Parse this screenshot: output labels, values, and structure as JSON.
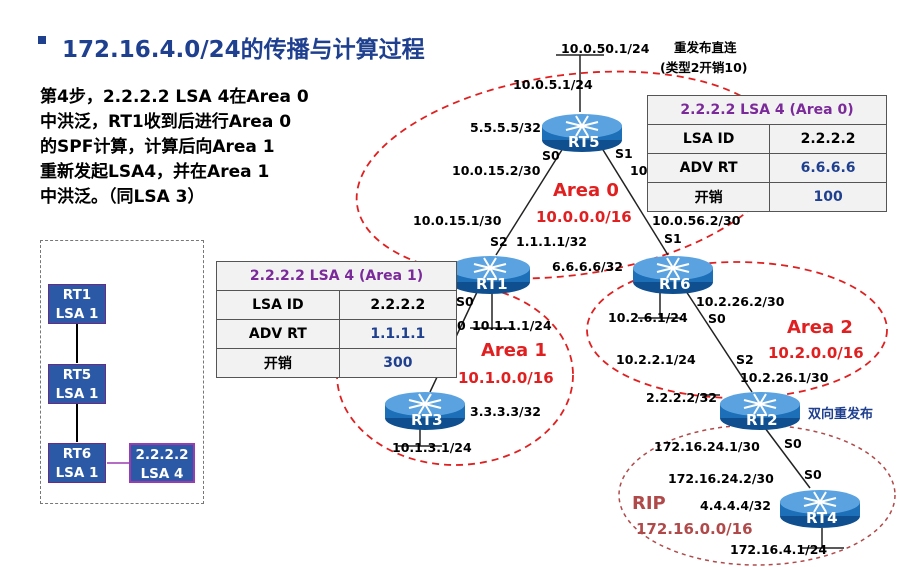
{
  "title": "172.16.4.0/24的传播与计算过程",
  "step_lines": [
    "第4步，2.2.2.2 LSA 4在Area 0",
    "中洪泛，RT1收到后进行Area 0",
    "的SPF计算，计算后向Area 1",
    "重新发起LSA4，并在Area 1",
    "中洪泛。（同LSA 3）"
  ],
  "routers": {
    "rt5": "RT5",
    "rt1": "RT1",
    "rt6": "RT6",
    "rt3": "RT3",
    "rt2": "RT2",
    "rt4": "RT4"
  },
  "areas": {
    "area0_name": "Area 0",
    "area0_net": "10.0.0.0/16",
    "area1_name": "Area 1",
    "area1_net": "10.1.0.0/16",
    "area2_name": "Area 2",
    "area2_net": "10.2.0.0/16",
    "rip_name": "RIP",
    "rip_net": "172.16.0.0/16"
  },
  "labels": {
    "l_10_0_50_1": "10.0.50.1/24",
    "redist_1": "重发布直连",
    "redist_2": "(类型2开销10)",
    "l_10_0_5_1": "10.0.5.1/24",
    "l_5_5_5_5": "5.5.5.5/32",
    "rt5_s0": "S0",
    "rt5_s1": "S1",
    "l_10_0_15_2": "10.0.15.2/30",
    "l_10_frag": "10.",
    "l_10_0_15_1": "10.0.15.1/30",
    "rt1_s2": "S2",
    "l_1_1_1_1_32": "1.1.1.1/32",
    "l_6_6_6_6": "6.6.6.6/32",
    "l_10_0_56_2": "10.0.56.2/30",
    "rt6_s1": "S1",
    "rt1_s0": "S0",
    "l_0_frag": "0",
    "l_10_1_1_1": "10.1.1.1/24",
    "l_10_2_26_2": "10.2.26.2/30",
    "l_10_2_6_1": "10.2.6.1/24",
    "rt6_s0": "S0",
    "l_3_3_3_3": "3.3.3.3/32",
    "l_10_1_3_1": "10.1.3.1/24",
    "l_10_2_2_1": "10.2.2.1/24",
    "rt2_s2": "S2",
    "l_10_2_26_1": "10.2.26.1/30",
    "l_2_2_2_2": "2.2.2.2/32",
    "bidir_redist": "双向重发布",
    "l_172_16_24_1": "172.16.24.1/30",
    "rt2_s0": "S0",
    "l_172_16_24_2": "172.16.24.2/30",
    "rt4_s0": "S0",
    "l_4_4_4_4": "4.4.4.4/32",
    "l_172_16_4_1": "172.16.4.1/24"
  },
  "lsa_area0": {
    "header": "2.2.2.2  LSA 4 (Area 0)",
    "rows": [
      {
        "key": "LSA ID",
        "value": "2.2.2.2"
      },
      {
        "key": "ADV RT",
        "value": "6.6.6.6"
      },
      {
        "key": "开销",
        "value": "100"
      }
    ]
  },
  "lsa_area1": {
    "header": "2.2.2.2  LSA 4 (Area 1)",
    "rows": [
      {
        "key": "LSA ID",
        "value": "2.2.2.2"
      },
      {
        "key": "ADV RT",
        "value": "1.1.1.1"
      },
      {
        "key": "开销",
        "value": "300"
      }
    ]
  },
  "tree": {
    "rt1_a": "RT1",
    "rt1_b": "LSA 1",
    "rt5_a": "RT5",
    "rt5_b": "LSA 1",
    "rt6_a": "RT6",
    "rt6_b": "LSA 1",
    "lsa4_a": "2.2.2.2",
    "lsa4_b": "LSA 4"
  },
  "colors": {
    "title": "#1f3f8f",
    "area_red": "#e02020",
    "router_body": "#1d6fb8",
    "lsa_header": "#7b2a9a",
    "rip_text": "#b04a4a"
  }
}
